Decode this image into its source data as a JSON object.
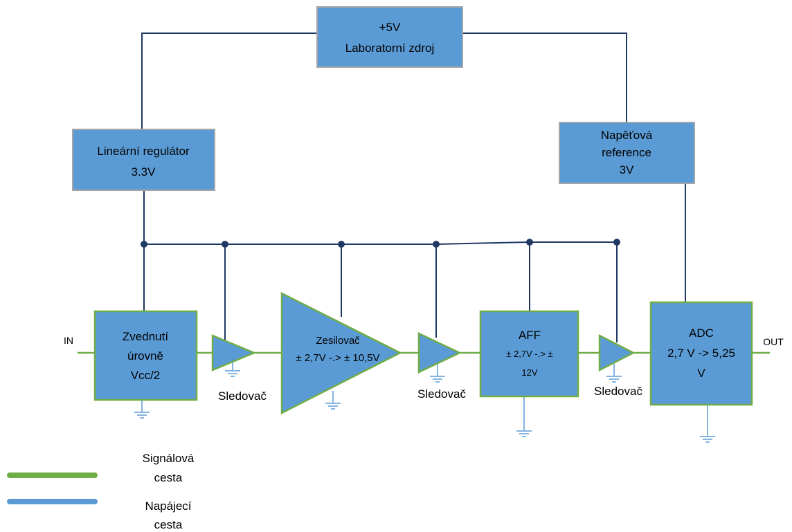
{
  "blocks": {
    "supply": {
      "line1": "+5V",
      "line2": "Laboratorní zdroj"
    },
    "regulator": {
      "line1": "Lineární regulátor",
      "line2": "3.3V"
    },
    "reference": {
      "line1": "Napěťová",
      "line2": "reference",
      "line3": "3V"
    },
    "level_shift": {
      "line1": "Zvednutí",
      "line2": "úrovně",
      "line3": "Vcc/2"
    },
    "amplifier": {
      "line1": "Zesilovač",
      "line2": "± 2,7V -.> ± 10,5V"
    },
    "aff": {
      "line1": "AFF",
      "line2": "± 2,7V -.> ±",
      "line3": "12V"
    },
    "adc": {
      "line1": "ADC",
      "line2": "2,7 V -> 5,25",
      "line3": "V"
    }
  },
  "followers": [
    "Sledovač",
    "Sledovač",
    "Sledovač"
  ],
  "io": {
    "in": "IN",
    "out": "OUT"
  },
  "legend": {
    "signal": {
      "line1": "Signálová",
      "line2": "cesta",
      "color": "#70ad47"
    },
    "power": {
      "line1": "Napájecí",
      "line2": "cesta",
      "color": "#5b9bd5"
    }
  },
  "colors": {
    "block_fill": "#5b9bd5",
    "signal_path": "#70ad47",
    "power_wire": "#1f3864",
    "ground": "#5b9bd5"
  }
}
